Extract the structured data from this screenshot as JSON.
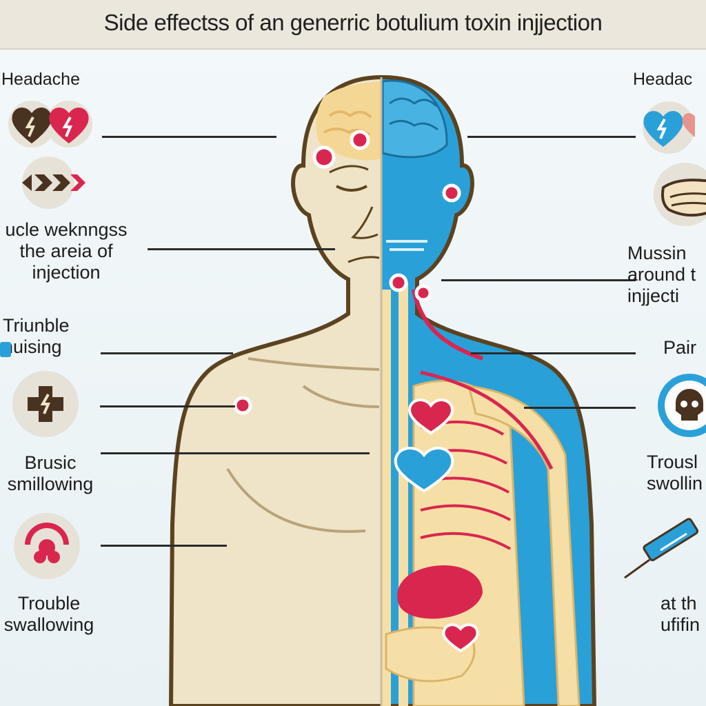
{
  "title": "Side effectss of an generric botulium toxin injjection",
  "left_labels": {
    "headache": "Headache",
    "weakness": [
      "ucle weknngss",
      "the areia of",
      "injection"
    ],
    "trouble_bruising": [
      "Triunble",
      "nuising"
    ],
    "bruise_swallowing": [
      "Brusic",
      "smillowing"
    ],
    "trouble_swallowing": [
      "Trouble",
      "swallowing"
    ]
  },
  "right_labels": {
    "headache": "Headac",
    "mussing": [
      "Mussin",
      "around t",
      "injjecti"
    ],
    "pain": "Pair",
    "trouble_swallowing": [
      "Trousl",
      "swollin"
    ],
    "at_the": [
      "at th",
      "ufifin"
    ]
  },
  "colors": {
    "skin": "#efe4c8",
    "outline": "#5b4320",
    "blue": "#2aa0d8",
    "red": "#d9264f",
    "bone": "#f6dfa6"
  },
  "icons": [
    "broken-heart-icon",
    "chevrons-icon",
    "medical-cross-icon",
    "stomach-icon",
    "blue-heart-icon",
    "hand-icon",
    "skull-icon",
    "syringe-icon"
  ]
}
